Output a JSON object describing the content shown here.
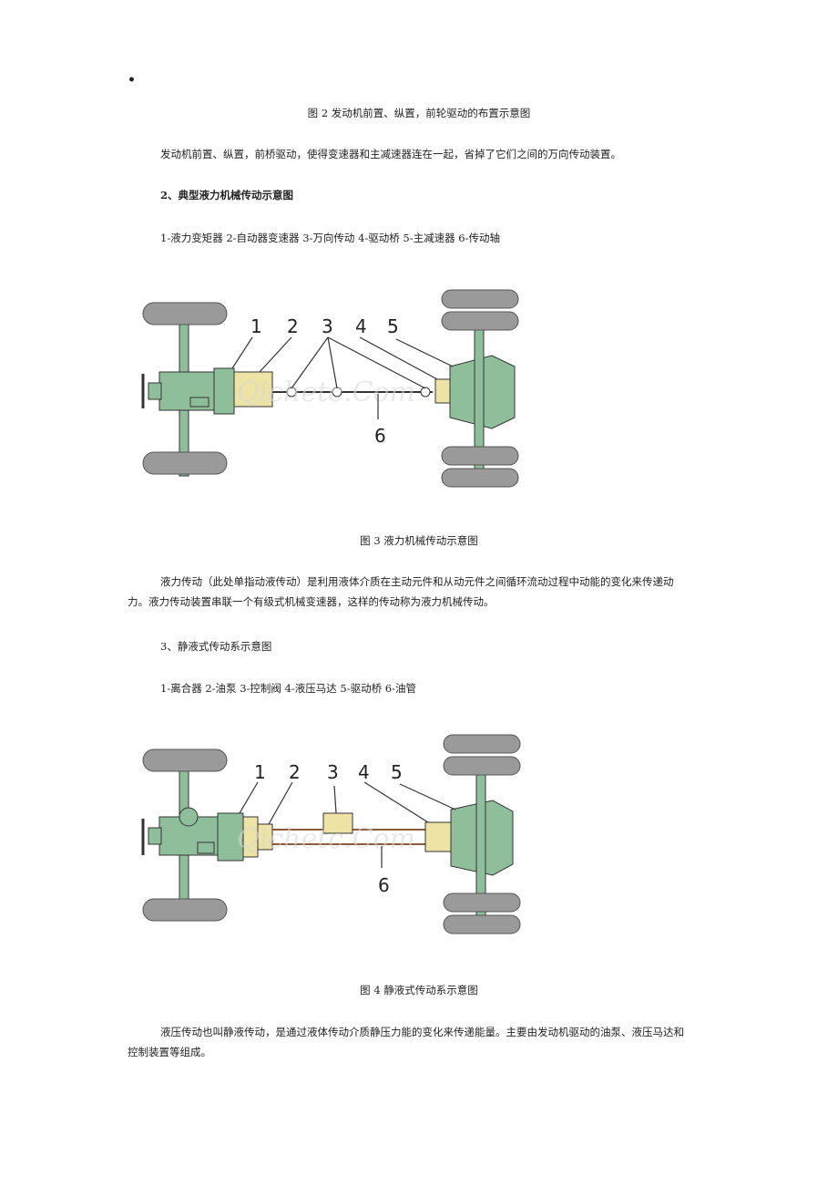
{
  "page": {
    "marker": "•",
    "fig2_caption": "图 2 发动机前置、纵置，前轮驱动的布置示意图",
    "para1": "发动机前置、纵置，前桥驱动，使得变速器和主减速器连在一起，省掉了它们之间的万向传动装置。",
    "section2_heading": "2、典型液力机械传动示意图",
    "section2_legend": "1-液力变矩器 2-自动器变速器 3-万向传动 4-驱动桥 5-主减速器 6-传动轴",
    "fig3_caption": "图 3  液力机械传动示意图",
    "para2": "液力传动（此处单指动液传动）是利用液体介质在主动元件和从动元件之间循环流动过程中动能的变化来传递动力。液力传动装置串联一个有级式机械变速器，这样的传动称为液力机械传动。",
    "section3_heading": "3、静液式传动系示意图",
    "section3_legend": "1-离合器 2-油泵 3-控制阀 4-液压马达 5-驱动桥 6-油管",
    "fig4_caption": "图 4 静液式传动系示意图",
    "para3": "液压传动也叫静液传动，是通过液体传动介质静压力能的变化来传递能量。主要由发动机驱动的油泵、液压马达和控制装置等组成。"
  },
  "diagram1": {
    "labels": [
      "1",
      "2",
      "3",
      "4",
      "5",
      "6"
    ],
    "watermark": "Qichetc.Com"
  },
  "diagram2": {
    "labels": [
      "1",
      "2",
      "3",
      "4",
      "5",
      "6"
    ],
    "watermark": "Qichetc.Com"
  },
  "colors": {
    "green": "#8fbf9a",
    "tire": "#9a9a9a",
    "yellow": "#ede3a4",
    "outline": "#333333"
  }
}
